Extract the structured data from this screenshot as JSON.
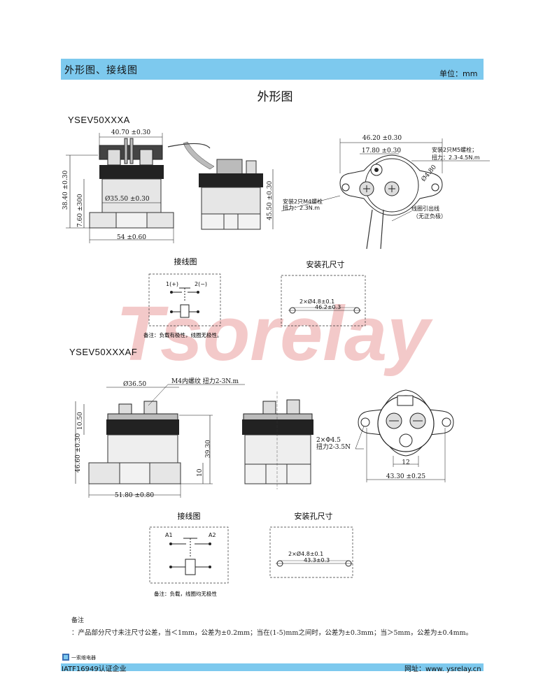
{
  "header": {
    "title": "外形图、接线图",
    "unit": "单位：mm"
  },
  "section_title": "外形图",
  "model_a": {
    "name": "YSEV50XXXA",
    "dims": {
      "width_top": "40.70 ±0.30",
      "height_total": "38.40 ±0.30",
      "height_base": "7.60 ±300",
      "dia": "Ø35.50 ±0.30",
      "base_width": "54 ±0.60",
      "side_height": "45.50 ±0.30",
      "top_span": "46.20 ±0.30",
      "inner_span": "17.80 ±0.30",
      "hole": "Ø4.80"
    },
    "labels": {
      "m5": "安装2只M5螺栓；",
      "m5_torque": "扭力：2.3-4.5N.m",
      "m4": "安装2只M4螺栓",
      "m4_torque": "扭力：2.3N.m",
      "coil": "线圈引出线",
      "coil_note": "（无正负极）"
    },
    "wiring_title": "接线图",
    "wiring_plus": "1(+)",
    "wiring_minus": "2(−)",
    "wiring_note": "备注：负载有极性，线圈无极性。",
    "mount_title": "安装孔尺寸",
    "mount_holes": "2×Ø4.8±0.1",
    "mount_span": "46.2±0.3"
  },
  "model_af": {
    "name": "YSEV50XXXAF",
    "dims": {
      "dia": "Ø36.50",
      "thread": "M4内螺纹 扭力2-3N.m",
      "height_top": "10.50",
      "height_total": "46.60 ±0.30",
      "height_mid": "39.30",
      "height_base": "10",
      "base_width": "51.80 ±0.80",
      "holes": "2×Φ4.5",
      "holes_torque": "扭力2-3.5N",
      "inner": "12",
      "span": "43.30 ±0.25"
    },
    "wiring_title": "接线图",
    "wiring_a1": "A1",
    "wiring_a2": "A2",
    "wiring_note": "备注：负载，线圈均无极性",
    "mount_title": "安装孔尺寸",
    "mount_holes": "2×Ø4.8±0.1",
    "mount_span": "43.3±0.3"
  },
  "watermark": "Tsorelay",
  "remarks_title": "备注",
  "remarks_body": "：产品部分尺寸未注尺寸公差，当＜1mm，公差为±0.2mm；当在(1-5)mm之间时，公差为±0.3mm；当＞5mm，公差为±0.4mm。",
  "footer": {
    "company": "一索维电器",
    "cert": "IATF16949认证企业",
    "website": "网址：www. ysrelay.cn"
  },
  "colors": {
    "header_bar": "#7dc9ee",
    "watermark": "#f3c9c9"
  }
}
